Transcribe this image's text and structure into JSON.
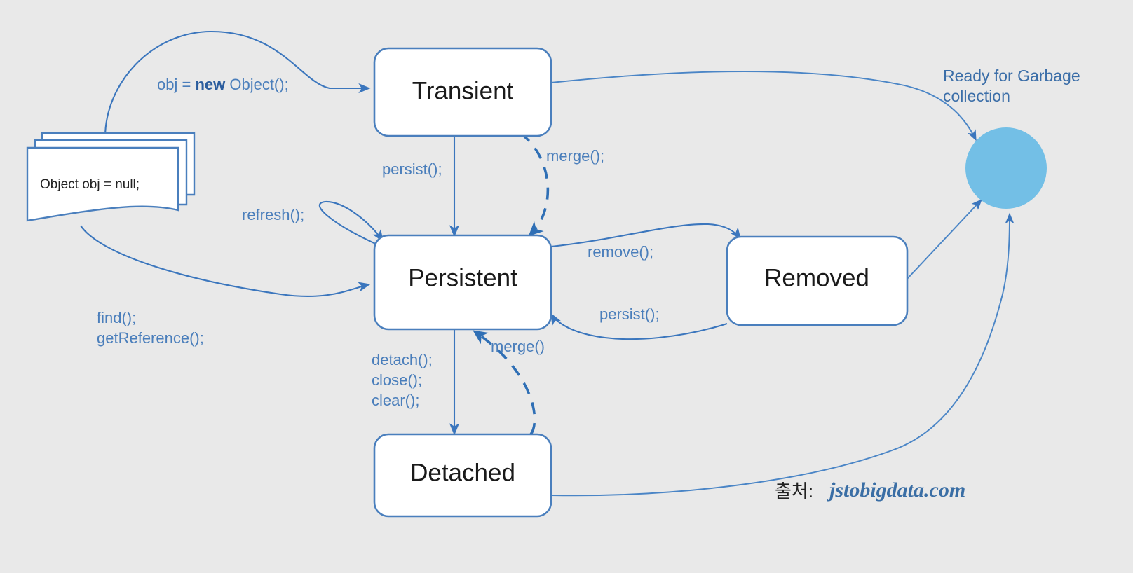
{
  "diagram": {
    "title": "JPA Entity Lifecycle State Diagram",
    "background_color": "#e9e9e9",
    "accent_color": "#3b76bd",
    "gc_fill_color": "#73bfe6"
  },
  "states": {
    "transient": {
      "label": "Transient"
    },
    "persistent": {
      "label": "Persistent"
    },
    "removed": {
      "label": "Removed"
    },
    "detached": {
      "label": "Detached"
    },
    "garbage": {
      "caption_line1": "Ready for Garbage",
      "caption_line2": "collection"
    }
  },
  "note": {
    "text": "Object obj = null;"
  },
  "edges": {
    "new_object_pre": "obj = ",
    "new_object_kw": "new",
    "new_object_post": " Object();",
    "persist_from_transient": "persist();",
    "merge_transient": "merge();",
    "refresh_self": "refresh();",
    "find_line1": "find();",
    "find_line2": "getReference();",
    "remove": "remove();",
    "persist_from_removed": "persist();",
    "detach_line1": "detach();",
    "detach_line2": "close();",
    "detach_line3": "clear();",
    "merge_detached": "merge()"
  },
  "attribution": {
    "prefix": "출처:",
    "logo": "jstobigdata.com"
  }
}
